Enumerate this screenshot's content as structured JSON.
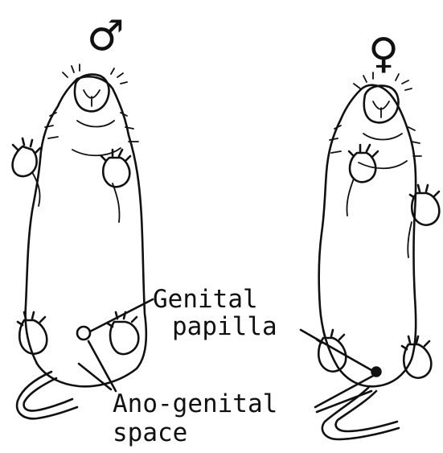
{
  "figure": {
    "male_symbol": "♂",
    "female_symbol": "♀",
    "labels": {
      "genital_line1": "Genital",
      "genital_line2": "papilla",
      "ano_line1": "Ano-genital",
      "ano_line2": "space"
    }
  }
}
